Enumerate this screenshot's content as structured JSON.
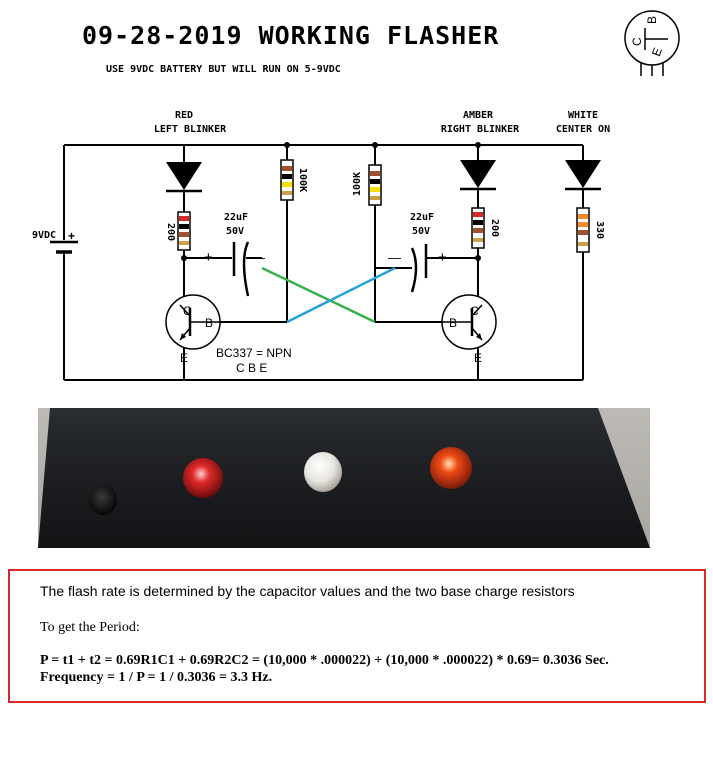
{
  "title": "09-28-2019  WORKING FLASHER",
  "subtitle": "USE 9VDC BATTERY BUT WILL RUN ON 5-9VDC",
  "pinout": {
    "c": "C",
    "b": "B",
    "e": "E"
  },
  "battery_label": "9VDC",
  "leds": {
    "red_line1": "RED",
    "red_line2": "LEFT BLINKER",
    "amber_line1": "AMBER",
    "amber_line2": "RIGHT BLINKER",
    "white_line1": "WHITE",
    "white_line2": "CENTER ON"
  },
  "resistors": {
    "r_left_led": "200",
    "r_left_base": "100K",
    "r_right_base": "100K",
    "r_right_led": "200",
    "r_white": "330"
  },
  "capacitors": {
    "left_value": "22uF",
    "left_voltage": "50V",
    "right_value": "22uF",
    "right_voltage": "50V",
    "plus": "+",
    "minus": "—"
  },
  "transistor_note": {
    "line1": "BC337 = NPN",
    "line2": "C B E"
  },
  "colors": {
    "cross_green": "#35b34a",
    "cross_blue": "#2aa0d8",
    "box_border": "#d42a2a"
  },
  "info": {
    "line1": "The flash rate is determined by the capacitor values and the two base charge resistors",
    "line2": "To get the Period:",
    "line3": "P = t1 + t2 = 0.69R1C1 + 0.69R2C2 = (10,000 * .000022) + (10,000 * .000022) * 0.69= 0.3036 Sec.",
    "line4": "Frequency = 1 / P = 1 / 0.3036 = 3.3 Hz."
  }
}
